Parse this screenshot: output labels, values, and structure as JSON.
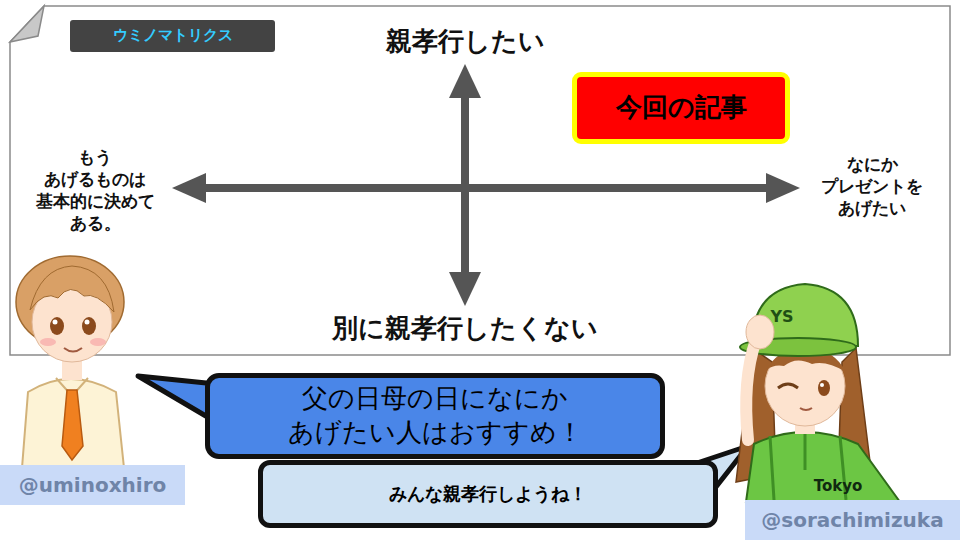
{
  "diagram": {
    "nodes": [
      {
        "text": [
          "ウミノマトリクス"
        ]
      },
      {
        "text": [
          "今回の記事"
        ]
      },
      {
        "text": [
          "父の日母の日になにか あげたい人はおすすめ！"
        ]
      },
      {
        "text": [
          "みんな親孝行しようね！"
        ]
      },
      {
        "text": [
          "@uminoxhiro"
        ]
      },
      {
        "text": [
          "@sorachimizuka"
        ]
      }
    ],
    "labels": [
      "親孝行したい",
      "もう あげるものは 基本的に決めて ある。",
      "なにか プレゼントを あげたい",
      "別に親孝行したくない",
      "YS",
      "Tokyo"
    ]
  }
}
